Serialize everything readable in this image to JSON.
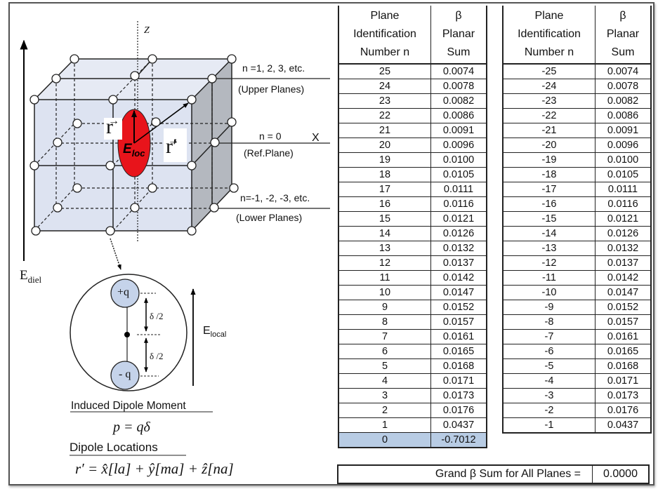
{
  "diagram": {
    "axis_z_label": "Z",
    "axis_x_label": "X",
    "upper_planes_label": "n =1, 2, 3, etc.",
    "upper_planes_caption": "(Upper Planes)",
    "ref_plane_label": "n = 0",
    "ref_plane_caption": "(Ref.Plane)",
    "lower_planes_label": "n=-1, -2, -3, etc.",
    "lower_planes_caption": "(Lower Planes)",
    "r_vector_label": "r",
    "r_prime_vector_label": "r′",
    "e_loc_label": "E",
    "e_loc_sub": "loc",
    "e_diel_label": "E",
    "e_diel_sub": "diel",
    "e_local_label": "E",
    "e_local_sub": "local",
    "plus_charge": "+q",
    "minus_charge": "- q",
    "half_delta_top": "δ /2",
    "half_delta_bottom": "δ /2",
    "induced_dipole_title": "Induced Dipole Moment",
    "dipole_formula": "p = qδ",
    "dipole_locations_title": "Dipole Locations",
    "locations_formula": "r′ = x̂[la] + ŷ[ma] + ẑ[na]",
    "colors": {
      "ellipse": "#e8141b",
      "cube_face": "#dde3f1",
      "cube_side": "#a9adb5",
      "charge_fill": "#c5d3ea",
      "zero_row": "#b8cce4"
    }
  },
  "table_positive": {
    "headers": [
      "Plane\nIdentification\nNumber n",
      "β\nPlanar\nSum"
    ],
    "header_col1": [
      "Plane",
      "Identification",
      "Number n"
    ],
    "header_col2": [
      "β",
      "Planar",
      "Sum"
    ],
    "rows": [
      {
        "n": "25",
        "sum": "0.0074"
      },
      {
        "n": "24",
        "sum": "0.0078"
      },
      {
        "n": "23",
        "sum": "0.0082"
      },
      {
        "n": "22",
        "sum": "0.0086"
      },
      {
        "n": "21",
        "sum": "0.0091"
      },
      {
        "n": "20",
        "sum": "0.0096"
      },
      {
        "n": "19",
        "sum": "0.0100"
      },
      {
        "n": "18",
        "sum": "0.0105"
      },
      {
        "n": "17",
        "sum": "0.0111"
      },
      {
        "n": "16",
        "sum": "0.0116"
      },
      {
        "n": "15",
        "sum": "0.0121"
      },
      {
        "n": "14",
        "sum": "0.0126"
      },
      {
        "n": "13",
        "sum": "0.0132"
      },
      {
        "n": "12",
        "sum": "0.0137"
      },
      {
        "n": "11",
        "sum": "0.0142"
      },
      {
        "n": "10",
        "sum": "0.0147"
      },
      {
        "n": "9",
        "sum": "0.0152"
      },
      {
        "n": "8",
        "sum": "0.0157"
      },
      {
        "n": "7",
        "sum": "0.0161"
      },
      {
        "n": "6",
        "sum": "0.0165"
      },
      {
        "n": "5",
        "sum": "0.0168"
      },
      {
        "n": "4",
        "sum": "0.0171"
      },
      {
        "n": "3",
        "sum": "0.0173"
      },
      {
        "n": "2",
        "sum": "0.0176"
      },
      {
        "n": "1",
        "sum": "0.0437"
      },
      {
        "n": "0",
        "sum": "-0.7012",
        "highlight": true
      }
    ]
  },
  "table_negative": {
    "header_col1": [
      "Plane",
      "Identification",
      "Number n"
    ],
    "header_col2": [
      "β",
      "Planar",
      "Sum"
    ],
    "rows": [
      {
        "n": "-25",
        "sum": "0.0074"
      },
      {
        "n": "-24",
        "sum": "0.0078"
      },
      {
        "n": "-23",
        "sum": "0.0082"
      },
      {
        "n": "-22",
        "sum": "0.0086"
      },
      {
        "n": "-21",
        "sum": "0.0091"
      },
      {
        "n": "-20",
        "sum": "0.0096"
      },
      {
        "n": "-19",
        "sum": "0.0100"
      },
      {
        "n": "-18",
        "sum": "0.0105"
      },
      {
        "n": "-17",
        "sum": "0.0111"
      },
      {
        "n": "-16",
        "sum": "0.0116"
      },
      {
        "n": "-15",
        "sum": "0.0121"
      },
      {
        "n": "-14",
        "sum": "0.0126"
      },
      {
        "n": "-13",
        "sum": "0.0132"
      },
      {
        "n": "-12",
        "sum": "0.0137"
      },
      {
        "n": "-11",
        "sum": "0.0142"
      },
      {
        "n": "-10",
        "sum": "0.0147"
      },
      {
        "n": "-9",
        "sum": "0.0152"
      },
      {
        "n": "-8",
        "sum": "0.0157"
      },
      {
        "n": "-7",
        "sum": "0.0161"
      },
      {
        "n": "-6",
        "sum": "0.0165"
      },
      {
        "n": "-5",
        "sum": "0.0168"
      },
      {
        "n": "-4",
        "sum": "0.0171"
      },
      {
        "n": "-3",
        "sum": "0.0173"
      },
      {
        "n": "-2",
        "sum": "0.0176"
      },
      {
        "n": "-1",
        "sum": "0.0437"
      }
    ]
  },
  "grand_sum": {
    "label": "Grand  β Sum for All Planes =",
    "value": "0.0000"
  }
}
